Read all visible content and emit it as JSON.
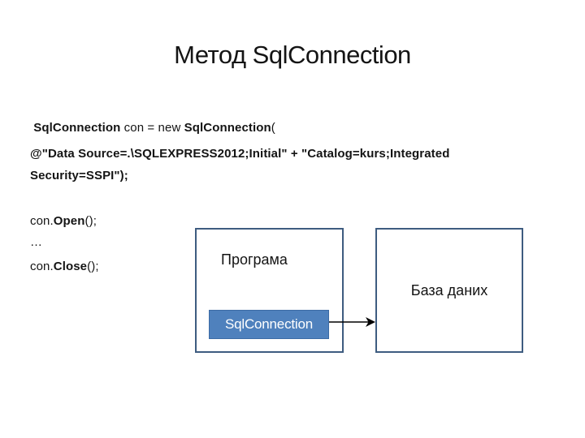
{
  "slide": {
    "title": "Метод SqlConnection"
  },
  "code": {
    "decl": {
      "kw1": " SqlConnection",
      "mid": " con = new ",
      "kw2": "SqlConnection",
      "paren": "("
    },
    "conn_str_line1": "@\"Data Source=.\\SQLEXPRESS2012;Initial\" + \"Catalog=kurs;Integrated",
    "conn_str_line2": "Security=SSPI\");",
    "open_call": {
      "obj": "con.",
      "method": "Open",
      "tail": "();"
    },
    "dots": "…",
    "close_call": {
      "obj": "con.",
      "method": "Close",
      "tail": "();"
    }
  },
  "diagram": {
    "program_label": "Програма",
    "connector_label": "SqlConnection",
    "database_label": "База даних"
  },
  "colors": {
    "box_border": "#3e5c80",
    "connector_fill": "#4f81bd",
    "connector_border": "#3c6ba5",
    "connector_text": "#ffffff",
    "text": "#141414",
    "background": "#ffffff"
  }
}
